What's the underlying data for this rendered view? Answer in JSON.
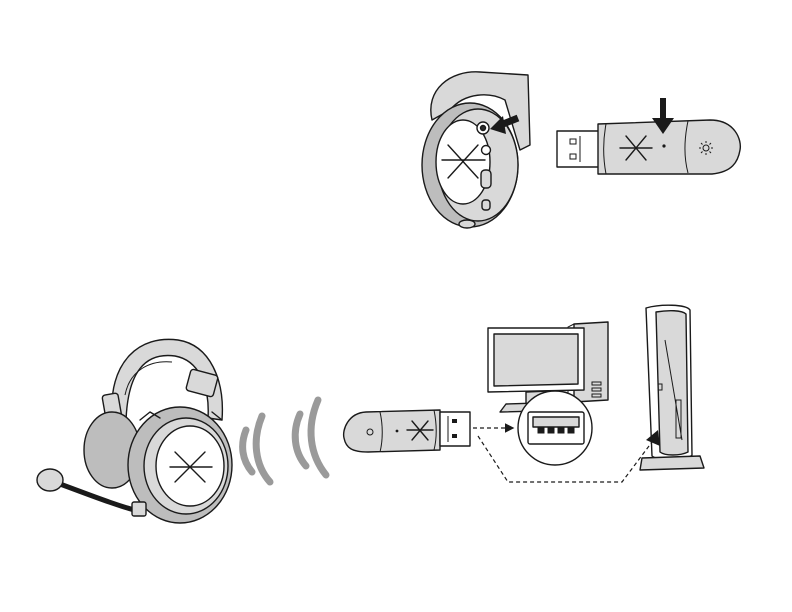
{
  "figure": {
    "panels": [
      {
        "name": "step-1-pair-buttons",
        "items": [
          "headset-earcup-button",
          "usb-dongle-button"
        ]
      },
      {
        "name": "step-2-wireless-connection",
        "items": [
          "headset",
          "wireless-signal",
          "usb-dongle",
          "pc",
          "console"
        ]
      }
    ],
    "colors": {
      "line": "#1a1a1a",
      "fill": "#d9d9d9",
      "signal": "#9a9a9a",
      "background": "#ffffff"
    },
    "icons": [
      "arrow-icon",
      "usb-port-icon",
      "wireless-signal-icon",
      "logo-icon"
    ]
  }
}
